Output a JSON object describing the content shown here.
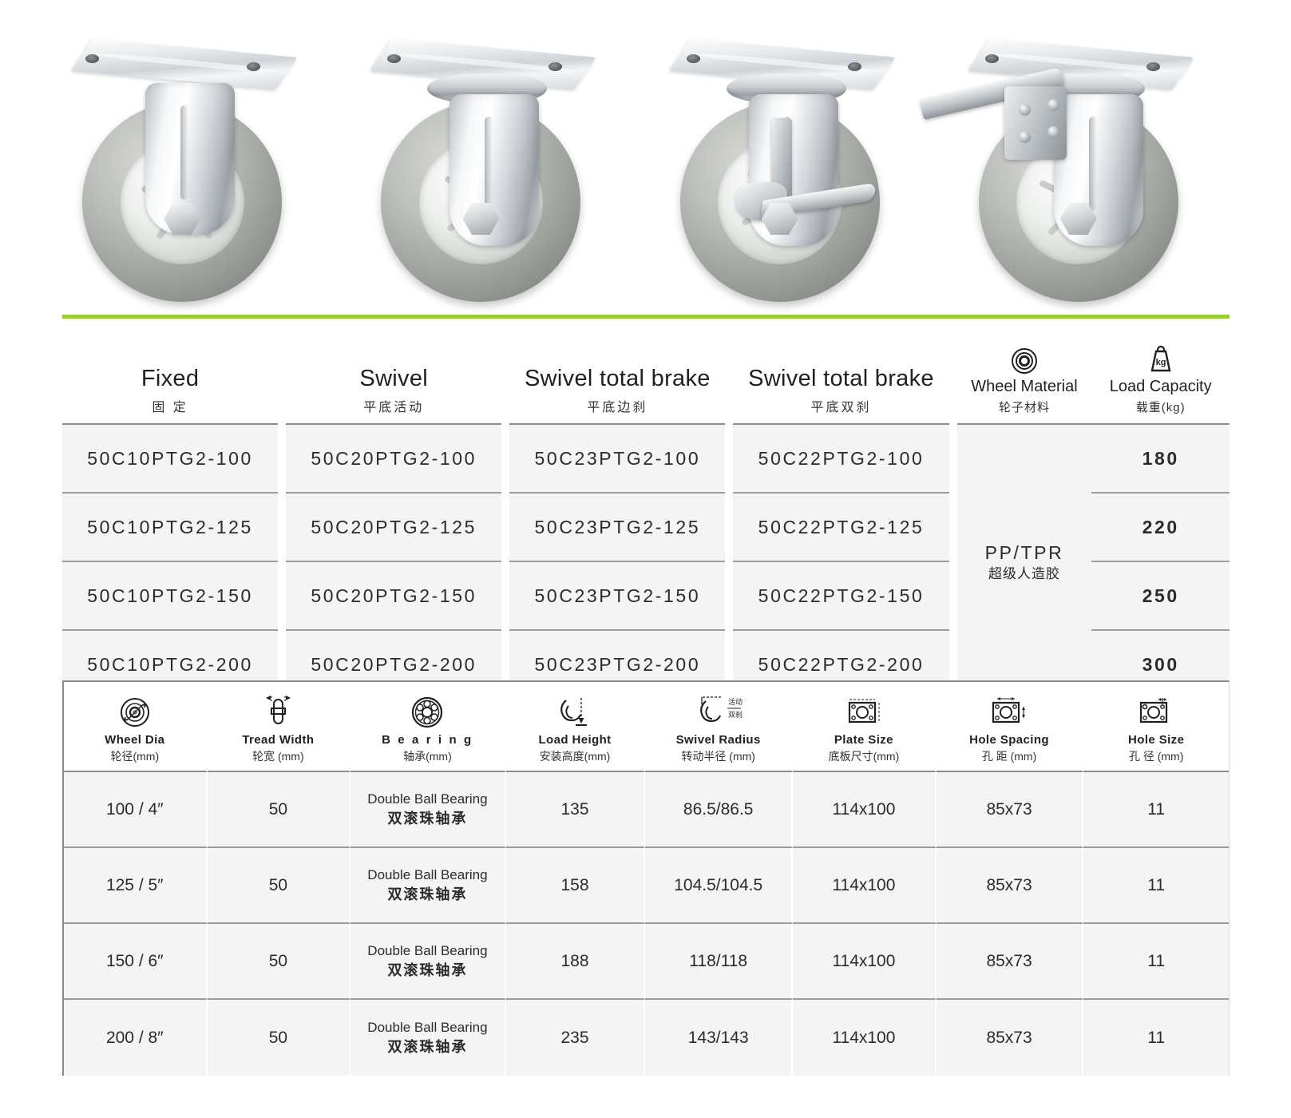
{
  "photos": [
    {
      "name": "fixed-caster",
      "type": "fixed",
      "alt": "Fixed caster with grey TPR wheel and chrome plate"
    },
    {
      "name": "swivel-caster",
      "type": "swivel",
      "alt": "Swivel caster with grey TPR wheel"
    },
    {
      "name": "swivel-side-brake-caster",
      "type": "side-brake",
      "alt": "Swivel caster with side brake"
    },
    {
      "name": "swivel-double-brake-caster",
      "type": "double-brake",
      "alt": "Swivel caster with total double brake"
    }
  ],
  "accent_color": "#9ACD32",
  "model_table": {
    "headers": [
      {
        "en": "Fixed",
        "cn": "固 定"
      },
      {
        "en": "Swivel",
        "cn": "平底活动"
      },
      {
        "en": "Swivel total brake",
        "cn": "平底边刹"
      },
      {
        "en": "Swivel total brake",
        "cn": "平底双刹"
      },
      {
        "en": "Wheel Material",
        "cn": "轮子材料",
        "icon": "wheel-ring-icon"
      },
      {
        "en": "Load Capacity",
        "cn": "载重(kg)",
        "icon": "weight-kg-icon"
      }
    ],
    "material": {
      "en": "PP/TPR",
      "cn": "超级人造胶"
    },
    "rows": [
      {
        "fixed": "50C10PTG2-100",
        "swivel": "50C20PTG2-100",
        "side_brake": "50C23PTG2-100",
        "double_brake": "50C22PTG2-100",
        "load": "180"
      },
      {
        "fixed": "50C10PTG2-125",
        "swivel": "50C20PTG2-125",
        "side_brake": "50C23PTG2-125",
        "double_brake": "50C22PTG2-125",
        "load": "220"
      },
      {
        "fixed": "50C10PTG2-150",
        "swivel": "50C20PTG2-150",
        "side_brake": "50C23PTG2-150",
        "double_brake": "50C22PTG2-150",
        "load": "250"
      },
      {
        "fixed": "50C10PTG2-200",
        "swivel": "50C20PTG2-200",
        "side_brake": "50C23PTG2-200",
        "double_brake": "50C22PTG2-200",
        "load": "300"
      }
    ]
  },
  "spec_table": {
    "headers": [
      {
        "en": "Wheel Dia",
        "cn": "轮径(mm)",
        "icon": "wheel-dia-icon"
      },
      {
        "en": "Tread Width",
        "cn": "轮宽 (mm)",
        "icon": "tread-width-icon"
      },
      {
        "en": "B e a r i n g",
        "cn": "轴承(mm)",
        "icon": "ball-bearing-icon"
      },
      {
        "en": "Load Height",
        "cn": "安装高度(mm)",
        "icon": "load-height-icon"
      },
      {
        "en": "Swivel Radius",
        "cn": "转动半径 (mm)",
        "icon": "swivel-radius-icon"
      },
      {
        "en": "Plate Size",
        "cn": "底板尺寸(mm)",
        "icon": "plate-size-icon"
      },
      {
        "en": "Hole Spacing",
        "cn": "孔 距 (mm)",
        "icon": "hole-spacing-icon"
      },
      {
        "en": "Hole Size",
        "cn": "孔 径 (mm)",
        "icon": "hole-size-icon"
      }
    ],
    "swivel_radius_icon_labels": {
      "top": "活动",
      "bottom": "双刹"
    },
    "bearing_text": {
      "en": "Double Ball Bearing",
      "cn": "双滚珠轴承"
    },
    "rows": [
      {
        "wheel_dia": "100 / 4″",
        "tread_width": "50",
        "bearing_en": "Double Ball Bearing",
        "bearing_cn": "双滚珠轴承",
        "load_height": "135",
        "swivel_radius": "86.5/86.5",
        "plate_size": "114x100",
        "hole_spacing": "85x73",
        "hole_size": "11"
      },
      {
        "wheel_dia": "125 / 5″",
        "tread_width": "50",
        "bearing_en": "Double Ball Bearing",
        "bearing_cn": "双滚珠轴承",
        "load_height": "158",
        "swivel_radius": "104.5/104.5",
        "plate_size": "114x100",
        "hole_spacing": "85x73",
        "hole_size": "11"
      },
      {
        "wheel_dia": "150 / 6″",
        "tread_width": "50",
        "bearing_en": "Double Ball Bearing",
        "bearing_cn": "双滚珠轴承",
        "load_height": "188",
        "swivel_radius": "118/118",
        "plate_size": "114x100",
        "hole_spacing": "85x73",
        "hole_size": "11"
      },
      {
        "wheel_dia": "200 / 8″",
        "tread_width": "50",
        "bearing_en": "Double Ball Bearing",
        "bearing_cn": "双滚珠轴承",
        "load_height": "235",
        "swivel_radius": "143/143",
        "plate_size": "114x100",
        "hole_spacing": "85x73",
        "hole_size": "11"
      }
    ]
  }
}
